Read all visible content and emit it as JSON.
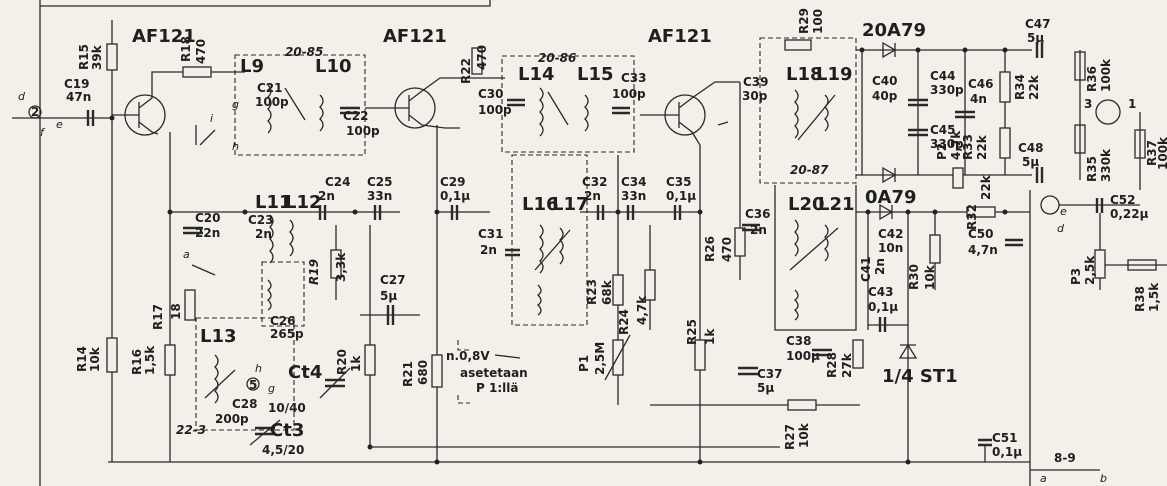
{
  "transistors": [
    {
      "label": "AF121",
      "ref": "t1"
    },
    {
      "label": "AF121",
      "ref": "t2"
    },
    {
      "label": "AF121",
      "ref": "t3"
    }
  ],
  "diodes": {
    "top": "20A79",
    "mid": "0A79",
    "st": "1/4 ST1"
  },
  "coils": {
    "l9": "L9",
    "l10": "L10",
    "l11": "L11",
    "l12": "L12",
    "l13": "L13",
    "l14": "L14",
    "l15": "L15",
    "l16": "L16",
    "l17": "L17",
    "l18": "L18",
    "l19": "L19",
    "l20": "L20",
    "l21": "L21"
  },
  "filters": {
    "f1": "20-85",
    "f2": "20-86",
    "f3": "20-87",
    "f4": "22-3"
  },
  "resistors": {
    "r14": [
      "R14",
      "10k"
    ],
    "r15": [
      "R15",
      "39k"
    ],
    "r16": [
      "R16",
      "1,5k"
    ],
    "r17": [
      "R17",
      "18"
    ],
    "r18": [
      "R18",
      "470"
    ],
    "r19": [
      "R19",
      "3,3k"
    ],
    "r20": [
      "R20",
      "1k"
    ],
    "r21": [
      "R21",
      "680"
    ],
    "r22": [
      "R22",
      "470"
    ],
    "r23": [
      "R23",
      "68k"
    ],
    "r24": [
      "R24",
      "4,7k"
    ],
    "r25": [
      "R25",
      "1k"
    ],
    "r26": [
      "R26",
      "470"
    ],
    "r27": [
      "R27",
      "10k"
    ],
    "r28": [
      "R28",
      "27k"
    ],
    "r29": [
      "R29",
      "100"
    ],
    "r30": [
      "R30",
      "10k"
    ],
    "r32": [
      "R32",
      "22k"
    ],
    "r33": [
      "R33",
      "22k"
    ],
    "r34": [
      "R34",
      "22k"
    ],
    "r35": [
      "R35",
      "330k"
    ],
    "r36": [
      "R36",
      "100k"
    ],
    "r37": [
      "R37",
      "100k"
    ],
    "r38": [
      "R38",
      "1,5k"
    ]
  },
  "capacitors": {
    "c19": [
      "C19",
      "47n"
    ],
    "c20": [
      "C20",
      "22n"
    ],
    "c21": [
      "C21",
      "100p"
    ],
    "c22": [
      "C22",
      "100p"
    ],
    "c23": [
      "C23",
      "2n"
    ],
    "c24": [
      "C24",
      "2n"
    ],
    "c25": [
      "C25",
      "33n"
    ],
    "c26": [
      "C26",
      "265p"
    ],
    "c27": [
      "C27",
      "5µ"
    ],
    "c28": [
      "C28",
      "200p"
    ],
    "c29": [
      "C29",
      "0,1µ"
    ],
    "c30": [
      "C30",
      "100p"
    ],
    "c31": [
      "C31",
      "2n"
    ],
    "c32": [
      "C32",
      "2n"
    ],
    "c33": [
      "C33",
      "100p"
    ],
    "c34": [
      "C34",
      "33n"
    ],
    "c35": [
      "C35",
      "0,1µ"
    ],
    "c36": [
      "C36",
      "2n"
    ],
    "c37": [
      "C37",
      "5µ"
    ],
    "c38": [
      "C38",
      "100µ"
    ],
    "c39": [
      "C39",
      "30p"
    ],
    "c40": [
      "C40",
      "40p"
    ],
    "c41": [
      "C41",
      "2n"
    ],
    "c42": [
      "C42",
      "10n"
    ],
    "c43": [
      "C43",
      "0,1µ"
    ],
    "c44": [
      "C44",
      "330p"
    ],
    "c45": [
      "C45",
      "330p"
    ],
    "c46": [
      "C46",
      "4n"
    ],
    "c47": [
      "C47",
      "5µ"
    ],
    "c48": [
      "C48",
      "5µ"
    ],
    "c50": [
      "C50",
      "4,7n"
    ],
    "c51": [
      "C51",
      "0,1µ"
    ],
    "c52": [
      "C52",
      "0,22µ"
    ],
    "ct3": [
      "Ct3",
      "4,5/20"
    ],
    "ct4": [
      "Ct4",
      "10/40"
    ]
  },
  "pots": {
    "p1": [
      "P1",
      "2,5M"
    ],
    "p2": [
      "P2",
      "4,7k"
    ],
    "p3": [
      "P3",
      "2,5k"
    ]
  },
  "notes": {
    "voltage": "n.0,8V",
    "adjust": "asetetaan",
    "adjust2": "P 1:llä"
  },
  "switches": {
    "a": "a",
    "b": "b",
    "d": "d",
    "e": "e",
    "f": "f",
    "g": "g",
    "h": "h",
    "i": "i"
  },
  "pins": {
    "p1": "1",
    "p2": "2",
    "p3": "3",
    "p5": "5",
    "p8_9": "8-9"
  }
}
